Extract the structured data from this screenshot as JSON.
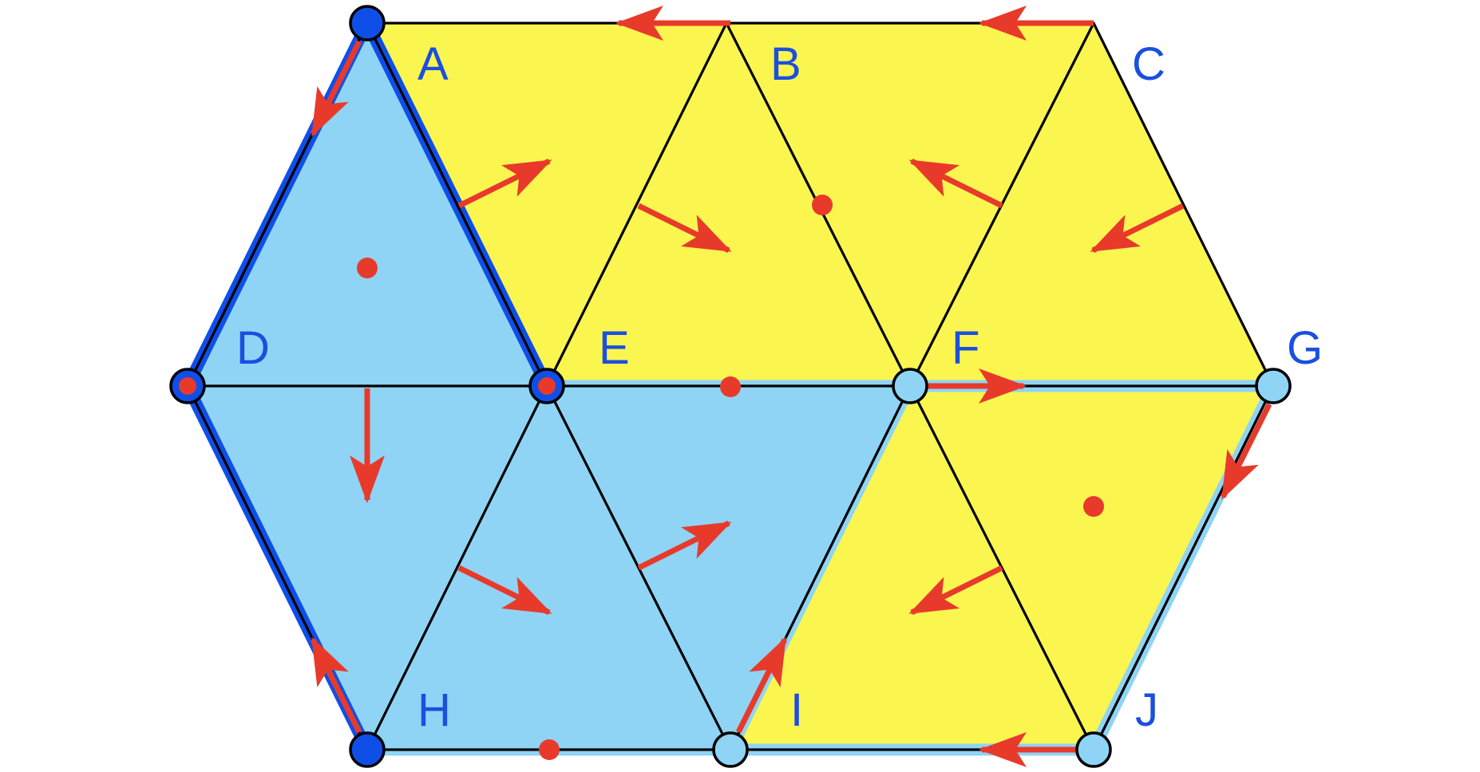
{
  "diagram": {
    "vertices": [
      {
        "id": "A",
        "label": "A",
        "fill": "#0f4fe8"
      },
      {
        "id": "B",
        "label": "B",
        "fill": "none"
      },
      {
        "id": "C",
        "label": "C",
        "fill": "none"
      },
      {
        "id": "D",
        "label": "D",
        "fill": "#0f4fe8"
      },
      {
        "id": "E",
        "label": "E",
        "fill": "#0f4fe8"
      },
      {
        "id": "F",
        "label": "F",
        "fill": "#8fd4f5"
      },
      {
        "id": "G",
        "label": "G",
        "fill": "#8fd4f5"
      },
      {
        "id": "H",
        "label": "H",
        "fill": "#0f4fe8"
      },
      {
        "id": "I",
        "label": "I",
        "fill": "#8fd4f5"
      },
      {
        "id": "J",
        "label": "J",
        "fill": "#8fd4f5"
      }
    ],
    "faces": [
      {
        "id": "ADE",
        "color": "#8fd4f5"
      },
      {
        "id": "AEB",
        "color": "#fbf550"
      },
      {
        "id": "BEF",
        "color": "#fbf550"
      },
      {
        "id": "BFC",
        "color": "#fbf550"
      },
      {
        "id": "CFG",
        "color": "#fbf550"
      },
      {
        "id": "DEH",
        "color": "#8fd4f5"
      },
      {
        "id": "EHI",
        "color": "#8fd4f5"
      },
      {
        "id": "EFI",
        "color": "#8fd4f5"
      },
      {
        "id": "FIJ",
        "color": "#fbf550"
      },
      {
        "id": "FGJ",
        "color": "#fbf550"
      }
    ],
    "colors": {
      "yellow_face": "#fbf550",
      "blue_face": "#8fd4f5",
      "dark_blue": "#0f4fe8",
      "arrow_red": "#e83a2a",
      "edge_black": "#000000",
      "label_blue": "#1a4fe0"
    }
  }
}
